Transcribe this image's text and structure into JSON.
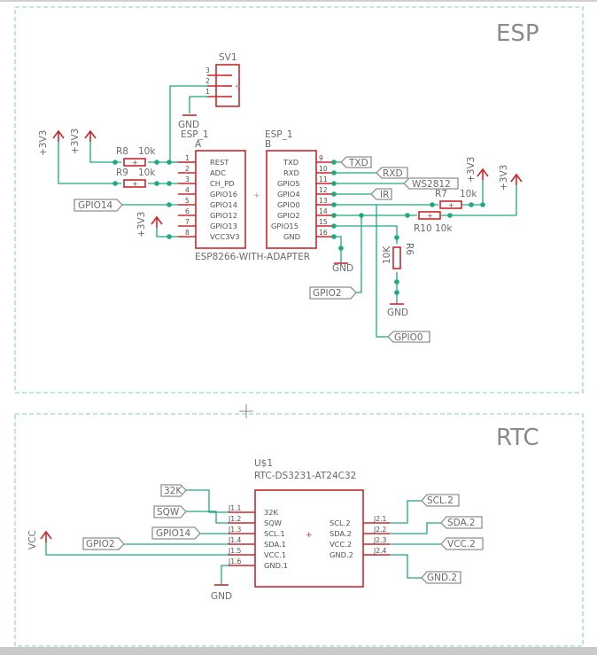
{
  "sheets": {
    "esp": "ESP",
    "rtc": "RTC"
  },
  "sv1": {
    "name": "SV1",
    "pins": [
      "3",
      "2",
      "1"
    ],
    "gnd": "GND"
  },
  "esp_a": {
    "name": "ESP_1",
    "part": "A",
    "pins": [
      {
        "num": "1",
        "name": "REST"
      },
      {
        "num": "2",
        "name": "ADC"
      },
      {
        "num": "3",
        "name": "CH_PD"
      },
      {
        "num": "4",
        "name": "GPIO16"
      },
      {
        "num": "5",
        "name": "GPIO14"
      },
      {
        "num": "6",
        "name": "GPIO12"
      },
      {
        "num": "7",
        "name": "GPIO13"
      },
      {
        "num": "8",
        "name": "VCC3V3"
      }
    ],
    "value": "ESP8266-WITH-ADAPTER"
  },
  "esp_b": {
    "name": "ESP_1",
    "part": "B",
    "pins": [
      {
        "num": "9",
        "name": "TXD"
      },
      {
        "num": "10",
        "name": "RXD"
      },
      {
        "num": "11",
        "name": "GPIO5"
      },
      {
        "num": "12",
        "name": "GPIO4"
      },
      {
        "num": "13",
        "name": "GPIO0"
      },
      {
        "num": "14",
        "name": "GPIO2"
      },
      {
        "num": "15",
        "name": "GPIO15"
      },
      {
        "num": "16",
        "name": "GND"
      }
    ]
  },
  "resistors": {
    "r8": {
      "name": "R8",
      "value": "10k"
    },
    "r9": {
      "name": "R9",
      "value": "10k"
    },
    "r7": {
      "name": "R7",
      "value": "10k"
    },
    "r10": {
      "name": "R10",
      "value": "10k"
    },
    "r6": {
      "name": "R6",
      "value": "10K"
    }
  },
  "supplies": {
    "v3a": "+3V3",
    "v3b": "+3V3",
    "v3c": "+3V3",
    "v3d": "+3V3",
    "v3e": "+3V3",
    "gnd_b": "GND",
    "gnd_r6": "GND",
    "gnd_rtc": "GND",
    "vcc": "VCC"
  },
  "esp_labels": {
    "gpio14": "GPIO14",
    "txd": "TXD",
    "rxd": "RXD",
    "ws2812": "WS2812",
    "ir": "IR",
    "gpio2": "GPIO2",
    "gpio0": "GPIO0"
  },
  "rtc_module": {
    "name": "U$1",
    "value": "RTC-DS3231-AT24C32",
    "left_pins": [
      {
        "num": "J1.1",
        "name": "32K"
      },
      {
        "num": "J1.2",
        "name": "SQW"
      },
      {
        "num": "J1.3",
        "name": "SCL.1"
      },
      {
        "num": "J1.4",
        "name": "SDA.1"
      },
      {
        "num": "J1.5",
        "name": "VCC.1"
      },
      {
        "num": "J1.6",
        "name": "GND.1"
      }
    ],
    "right_pins": [
      {
        "num": "J2.1",
        "name": "SCL.2"
      },
      {
        "num": "J2.2",
        "name": "SDA.2"
      },
      {
        "num": "J2.3",
        "name": "VCC.2"
      },
      {
        "num": "J2.4",
        "name": "GND.2"
      }
    ]
  },
  "rtc_labels": {
    "k32": "32K",
    "sqw": "SQW",
    "gpio14": "GPIO14",
    "gpio2": "GPIO2",
    "scl2": "SCL.2",
    "sda2": "SDA.2",
    "vcc2": "VCC.2",
    "gnd2": "GND.2"
  }
}
